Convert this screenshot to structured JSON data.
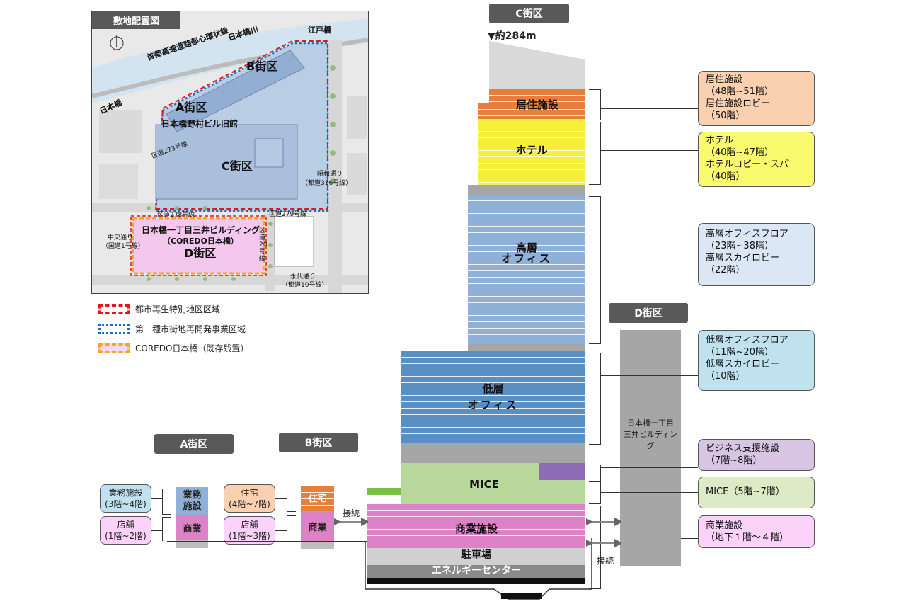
{
  "site_map": {
    "title": "敷地配置図",
    "labels": {
      "expressway": "首都高速道路都心環状線",
      "river": "日本橋川",
      "edobashi": "江戸橋",
      "nihonbashi": "日本橋",
      "block_b": "B街区",
      "block_a": "A街区",
      "nomura": "日本橋野村ビル旧館",
      "ward273": "区道273号線",
      "block_c": "C街区",
      "showa1": "昭和通り",
      "showa2": "（都道316号線）",
      "ward278": "区道278号線",
      "ward279": "区道279号線",
      "mitsui_building": "日本橋一丁目三井ビルディング",
      "coredo": "（COREDO日本橋）",
      "block_d": "D街区",
      "chuo1": "中央通り",
      "chuo2": "（国道1号線）",
      "ward20": "区道20号線",
      "eitai1": "永代通り",
      "eitai2": "（都道10号線）"
    }
  },
  "legend": [
    {
      "label": "都市再生特別地区区域",
      "color": "#e8141b",
      "fill": "#ffffff"
    },
    {
      "label": "第一種市街地再開発事業区域",
      "color": "#1f6fc0",
      "fill": "#ffffff"
    },
    {
      "label": "COREDO日本橋（既存残置）",
      "color": "#f5a623",
      "fill": "#f8d7f0"
    }
  ],
  "blocks": {
    "c_tag": "C街区",
    "d_tag": "D街区",
    "a_tag": "A街区",
    "b_tag": "B街区"
  },
  "height_marker": "▼約284m",
  "tower_zones": {
    "residential": "居住施設",
    "hotel": "ホテル",
    "high_office_1": "高層",
    "high_office_2": "オフィス",
    "low_office_1": "低層",
    "low_office_2": "オフィス",
    "mice": "MICE",
    "commercial": "商業施設",
    "parking": "駐車場",
    "energy": "エネルギーセンター"
  },
  "d_building": {
    "line1": "日本橋一丁目",
    "line2": "三井ビルディング"
  },
  "info_boxes": {
    "residential": {
      "l1": "居住施設",
      "l2": "（48階~51階）",
      "l3": "居住施設ロビー",
      "l4": "（50階）",
      "color": "#f9d1b0"
    },
    "hotel": {
      "l1": "ホテル",
      "l2": "（40階~47階）",
      "l3": "ホテルロビー・スパ",
      "l4": "（40階）",
      "color": "#fafa6e"
    },
    "high_office": {
      "l1": "高層オフィスフロア",
      "l2": "（23階~38階）",
      "l3": "高層スカイロビー",
      "l4": "（22階）",
      "color": "#dbe7f4"
    },
    "low_office": {
      "l1": "低層オフィスフロア",
      "l2": "（11階~20階）",
      "l3": "低層スカイロビー",
      "l4": "（10階）",
      "color": "#bfe2ee"
    },
    "business": {
      "l1": "ビジネス支援施設",
      "l2": "（7階~8階）",
      "color": "#d7c5e3"
    },
    "mice": {
      "l1": "MICE（5階~7階）",
      "color": "#dcebc6"
    },
    "commercial": {
      "l1": "商業施設",
      "l2": "（地下１階～４階）",
      "color": "#fbd2fa"
    }
  },
  "a_block": {
    "business_top": "業務",
    "business_bottom": "施設",
    "shop": "商業",
    "info_business_1": "業務施設",
    "info_business_2": "(3階~4階)",
    "info_shop_1": "店舗",
    "info_shop_2": "(1階~2階)"
  },
  "b_block": {
    "residence": "住宅",
    "shop": "商業",
    "info_res_1": "住宅",
    "info_res_2": "(4階~7階)",
    "info_shop_1": "店舗",
    "info_shop_2": "(1階~3階)"
  },
  "connect_label_b": "接続",
  "connect_label_d": "接続"
}
